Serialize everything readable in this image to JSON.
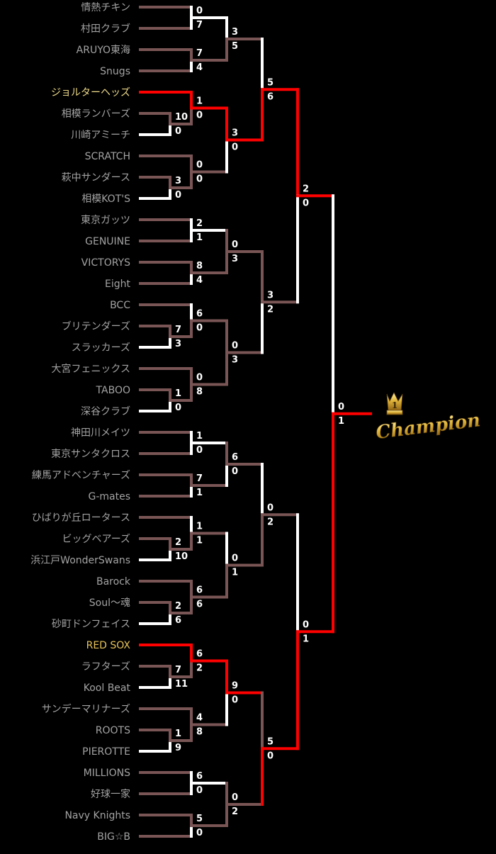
{
  "teams": [
    {
      "name": "情熱チキン",
      "highlight": false
    },
    {
      "name": "村田クラブ",
      "highlight": false
    },
    {
      "name": "ARUYO東海",
      "highlight": false
    },
    {
      "name": "Snugs",
      "highlight": false
    },
    {
      "name": "ジョルターヘッズ",
      "highlight": true
    },
    {
      "name": "相模ランバーズ",
      "highlight": false
    },
    {
      "name": "川崎アミーチ",
      "highlight": false
    },
    {
      "name": "SCRATCH",
      "highlight": false
    },
    {
      "name": "萩中サンダース",
      "highlight": false
    },
    {
      "name": "相模KOT'S",
      "highlight": false
    },
    {
      "name": "東京ガッツ",
      "highlight": false
    },
    {
      "name": "GENUINE",
      "highlight": false
    },
    {
      "name": "VICTORYS",
      "highlight": false
    },
    {
      "name": "Eight",
      "highlight": false
    },
    {
      "name": "BCC",
      "highlight": false
    },
    {
      "name": "ブリテンダーズ",
      "highlight": false
    },
    {
      "name": "スラッカーズ",
      "highlight": false
    },
    {
      "name": "大宮フェニックス",
      "highlight": false
    },
    {
      "name": "TABOO",
      "highlight": false
    },
    {
      "name": "深谷クラブ",
      "highlight": false
    },
    {
      "name": "神田川メイツ",
      "highlight": false
    },
    {
      "name": "東京サンタクロス",
      "highlight": false
    },
    {
      "name": "練馬アドベンチャーズ",
      "highlight": false
    },
    {
      "name": "G-mates",
      "highlight": false
    },
    {
      "name": "ひばりが丘ロータース",
      "highlight": false
    },
    {
      "name": "ビッグベアーズ",
      "highlight": false
    },
    {
      "name": "浜江戸WonderSwans",
      "highlight": false
    },
    {
      "name": "Barock",
      "highlight": false
    },
    {
      "name": "Soul〜魂",
      "highlight": false
    },
    {
      "name": "砂町ドンフェイス",
      "highlight": false
    },
    {
      "name": "RED SOX",
      "highlight": true
    },
    {
      "name": "ラフターズ",
      "highlight": false
    },
    {
      "name": "Kool Beat",
      "highlight": false
    },
    {
      "name": "サンデーマリナーズ",
      "highlight": false
    },
    {
      "name": "ROOTS",
      "highlight": false
    },
    {
      "name": "PIEROTTE",
      "highlight": false
    },
    {
      "name": "MILLIONS",
      "highlight": false
    },
    {
      "name": "好球一家",
      "highlight": false
    },
    {
      "name": "Navy Knights",
      "highlight": false
    },
    {
      "name": "BIG☆B",
      "highlight": false
    }
  ],
  "scores": {
    "r0": [
      {
        "top": "10",
        "bottom": "0"
      },
      {
        "top": "3",
        "bottom": "0"
      },
      {
        "top": "7",
        "bottom": "3"
      },
      {
        "top": "1",
        "bottom": "0"
      },
      {
        "top": "2",
        "bottom": "10"
      },
      {
        "top": "2",
        "bottom": "6"
      },
      {
        "top": "7",
        "bottom": "11"
      },
      {
        "top": "1",
        "bottom": "9"
      }
    ],
    "r1": [
      {
        "top": "0",
        "bottom": "7"
      },
      {
        "top": "7",
        "bottom": "4"
      },
      {
        "top": "1",
        "bottom": "0"
      },
      {
        "top": "0",
        "bottom": "0"
      },
      {
        "top": "2",
        "bottom": "1"
      },
      {
        "top": "8",
        "bottom": "4"
      },
      {
        "top": "6",
        "bottom": "0"
      },
      {
        "top": "0",
        "bottom": "8"
      },
      {
        "top": "1",
        "bottom": "0"
      },
      {
        "top": "7",
        "bottom": "1"
      },
      {
        "top": "1",
        "bottom": "1"
      },
      {
        "top": "6",
        "bottom": "6"
      },
      {
        "top": "6",
        "bottom": "2"
      },
      {
        "top": "4",
        "bottom": "8"
      },
      {
        "top": "6",
        "bottom": "0"
      },
      {
        "top": "5",
        "bottom": "0"
      }
    ],
    "r2": [
      {
        "top": "3",
        "bottom": "5"
      },
      {
        "top": "3",
        "bottom": "0"
      },
      {
        "top": "0",
        "bottom": "3"
      },
      {
        "top": "0",
        "bottom": "3"
      },
      {
        "top": "6",
        "bottom": "0"
      },
      {
        "top": "0",
        "bottom": "1"
      },
      {
        "top": "9",
        "bottom": "0"
      },
      {
        "top": "0",
        "bottom": "2"
      }
    ],
    "r3": [
      {
        "top": "5",
        "bottom": "6"
      },
      {
        "top": "3",
        "bottom": "2"
      },
      {
        "top": "0",
        "bottom": "2"
      },
      {
        "top": "5",
        "bottom": "0"
      }
    ],
    "r4": [
      {
        "top": "2",
        "bottom": "0"
      },
      {
        "top": "0",
        "bottom": "1"
      }
    ],
    "r5": [
      {
        "top": "0",
        "bottom": "1"
      }
    ]
  },
  "champion": {
    "label": "Champion",
    "icon": "crown-icon"
  },
  "colors": {
    "background": "#000000",
    "winner": "#ff0000",
    "loser": "#7a5555",
    "bye": "#ffffff",
    "team_text": "#a3a3a3",
    "highlight_text": "#f0dc8a"
  }
}
